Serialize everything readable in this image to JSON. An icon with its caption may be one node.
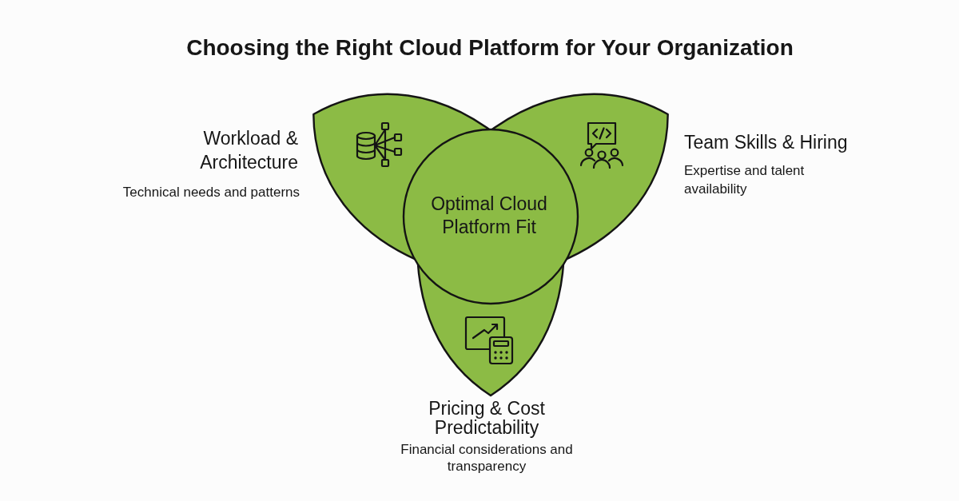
{
  "diagram": {
    "title": "Choosing the Right Cloud Platform for Your Organization",
    "nodes": [
      {
        "text": [
          "Workload & Architecture",
          "Technical needs and patterns"
        ]
      },
      {
        "text": [
          "Team Skills & Hiring",
          "Expertise and talent availability"
        ]
      },
      {
        "text": [
          "Optimal Cloud Platform Fit"
        ]
      },
      {
        "text": [
          "Pricing & Cost Predictability",
          "Financial considerations and transparency"
        ]
      }
    ]
  }
}
